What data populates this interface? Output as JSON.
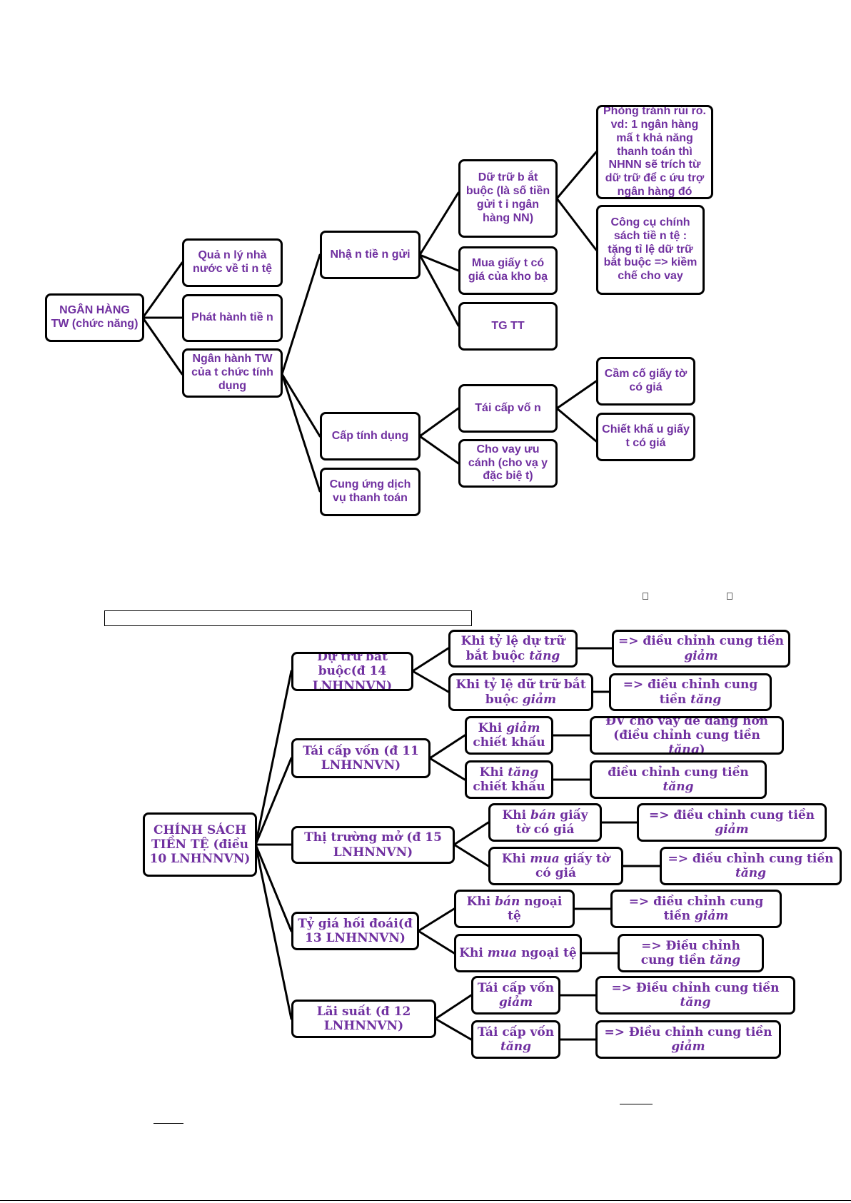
{
  "diagram1": {
    "root": "NGÂN HÀNG TW (chức năng)",
    "func_manage": "Quả n lý nhà nước về ti n tệ",
    "func_issue": "Phát hành tiề n",
    "func_bank": "Ngân hành TW của t chức tính dụng",
    "receive_deposit": "Nhậ n tiề n gửi",
    "reserve": "Dữ trữ b ắt buộc (là số tiền gửi t i ngân hàng NN)",
    "risk": "Phòng tránh rủi ro. vd: 1 ngân hàng mấ t khả năng thanh toán thì NHNN sẽ trích từ dữ trữ để c ứu trợ ngân hàng đó",
    "policy_tool": "Công cụ chính sách tiề n tệ : tặng tỉ lệ dữ trữ bắt buộc => kiềm chế cho vay",
    "buy_paper": "Mua giấy t có giá của kho bạ",
    "tg_tt": "TG TT",
    "credit": "Cấp tính dụng",
    "refinance": "Tái cấp vố n",
    "pledge": "Cầm cố giấy tờ có giá",
    "discount": "Chiết khấ u giấy t có giá",
    "special_loan": "Cho vay ưu cánh (cho vạ y đặc biệ t)",
    "payment": "Cung ứng dịch vụ thanh toán"
  },
  "diagram2": {
    "root": "CHÍNH SÁCH TIỀN TỆ (điều 10 LNHNNVN)",
    "reserve": "Dự trữ bắt buộc(đ 14 LNHNNVN)",
    "refinance": "Tái cấp vốn (đ 11 LNHNNVN)",
    "open_market": "Thị trường mở (đ 15 LNHNNVN)",
    "exchange": "Tỷ giá hối đoái(đ 13 LNHNNVN)",
    "interest": "Lãi suất (đ 12 LNHNNVN)",
    "r1_a": "Khi tỷ lệ dự trữ bắt buộc ",
    "r1_b": "tăng",
    "r1_out_a": "=> điều chỉnh cung tiền ",
    "r1_out_b": "giảm",
    "r2_a": "Khi tỷ lệ dữ trữ bắt buộc ",
    "r2_b": "giảm",
    "r2_out_a": "=> điều chỉnh cung tiền ",
    "r2_out_b": "tăng",
    "f1_a": "Khi ",
    "f1_b": "giảm",
    "f1_c": " chiết khấu",
    "f1_out_a": "ĐV cho vay dễ dàng hơn (điều chỉnh cung tiền ",
    "f1_out_b": "tăng",
    "f1_out_c": ")",
    "f2_a": "Khi ",
    "f2_b": "tăng",
    "f2_c": " chiết khấu",
    "f2_out_a": "điều chỉnh cung tiền ",
    "f2_out_b": "tăng",
    "m1_a": "Khi ",
    "m1_b": "bán",
    "m1_c": " giấy tờ có giá",
    "m1_out_a": "=> điều chỉnh cung tiền ",
    "m1_out_b": "giảm",
    "m2_a": "Khi ",
    "m2_b": "mua",
    "m2_c": " giấy tờ có giá",
    "m2_out_a": "=> điều chỉnh cung tiền ",
    "m2_out_b": "tăng",
    "e1_a": "Khi ",
    "e1_b": "bán",
    "e1_c": " ngoại tệ",
    "e1_out_a": "=> điều chỉnh cung tiền ",
    "e1_out_b": "giảm",
    "e2_a": "Khi ",
    "e2_b": "mua",
    "e2_c": " ngoại tệ",
    "e2_out_a": "=> Điều chỉnh cung tiền ",
    "e2_out_b": "tăng",
    "i1_a": "Tái cấp vốn ",
    "i1_b": "giảm",
    "i1_out_a": "=> Điều chỉnh cung tiền ",
    "i1_out_b": "tăng",
    "i2_a": "Tái cấp vốn ",
    "i2_b": "tăng",
    "i2_out_a": "=> Điều chỉnh cung tiền ",
    "i2_out_b": "giảm"
  },
  "colors": {
    "text": "#7030a0",
    "border": "#000000"
  }
}
